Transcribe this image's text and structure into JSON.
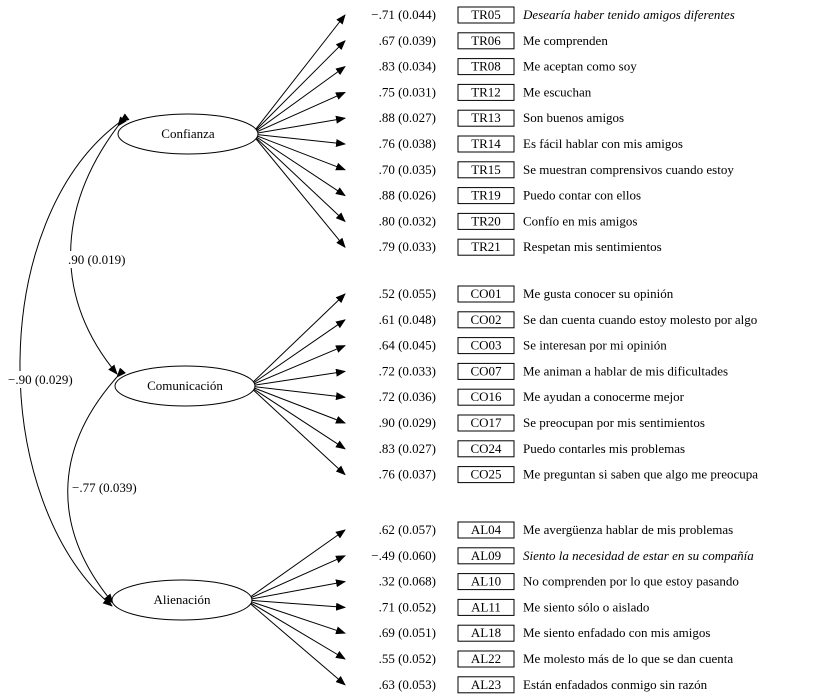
{
  "factors": [
    {
      "label": "Confianza",
      "items": [
        {
          "coef": "−.71 (0.044)",
          "code": "TR05",
          "text": "Desearía haber tenido amigos diferentes",
          "italic": true
        },
        {
          "coef": ".67 (0.039)",
          "code": "TR06",
          "text": "Me comprenden",
          "italic": false
        },
        {
          "coef": ".83 (0.034)",
          "code": "TR08",
          "text": "Me aceptan como soy",
          "italic": false
        },
        {
          "coef": ".75 (0.031)",
          "code": "TR12",
          "text": "Me escuchan",
          "italic": false
        },
        {
          "coef": ".88 (0.027)",
          "code": "TR13",
          "text": "Son buenos amigos",
          "italic": false
        },
        {
          "coef": ".76 (0.038)",
          "code": "TR14",
          "text": "Es fácil hablar con mis amigos",
          "italic": false
        },
        {
          "coef": ".70 (0.035)",
          "code": "TR15",
          "text": "Se muestran comprensivos cuando estoy",
          "italic": false
        },
        {
          "coef": ".88 (0.026)",
          "code": "TR19",
          "text": "Puedo contar con ellos",
          "italic": false
        },
        {
          "coef": ".80 (0.032)",
          "code": "TR20",
          "text": "Confío en mis amigos",
          "italic": false
        },
        {
          "coef": ".79 (0.033)",
          "code": "TR21",
          "text": "Respetan mis sentimientos",
          "italic": false
        }
      ]
    },
    {
      "label": "Comunicación",
      "items": [
        {
          "coef": ".52 (0.055)",
          "code": "CO01",
          "text": "Me gusta conocer su opinión",
          "italic": false
        },
        {
          "coef": ".61 (0.048)",
          "code": "CO02",
          "text": "Se dan cuenta cuando estoy molesto por algo",
          "italic": false
        },
        {
          "coef": ".64 (0.045)",
          "code": "CO03",
          "text": "Se interesan por mi opinión",
          "italic": false
        },
        {
          "coef": ".72 (0.033)",
          "code": "CO07",
          "text": "Me  animan a hablar de mis dificultades",
          "italic": false
        },
        {
          "coef": ".72 (0.036)",
          "code": "CO16",
          "text": "Me ayudan a conocerme  mejor",
          "italic": false
        },
        {
          "coef": ".90 (0.029)",
          "code": "CO17",
          "text": "Se preocupan por mis sentimientos",
          "italic": false
        },
        {
          "coef": ".83 (0.027)",
          "code": "CO24",
          "text": "Puedo contarles mis problemas",
          "italic": false
        },
        {
          "coef": ".76 (0.037)",
          "code": "CO25",
          "text": "Me preguntan si saben que algo me preocupa",
          "italic": false
        }
      ]
    },
    {
      "label": "Alienación",
      "items": [
        {
          "coef": ".62 (0.057)",
          "code": "AL04",
          "text": "Me avergüenza hablar de mis problemas",
          "italic": false
        },
        {
          "coef": "−.49 (0.060)",
          "code": "AL09",
          "text": "Siento la necesidad de estar en su compañía",
          "italic": true
        },
        {
          "coef": ".32 (0.068)",
          "code": "AL10",
          "text": "No comprenden por lo que estoy pasando",
          "italic": false
        },
        {
          "coef": ".71 (0.052)",
          "code": "AL11",
          "text": "Me siento sólo o aislado",
          "italic": false
        },
        {
          "coef": ".69 (0.051)",
          "code": "AL18",
          "text": "Me siento enfadado con mis amigos",
          "italic": false
        },
        {
          "coef": ".55 (0.052)",
          "code": "AL22",
          "text": "Me molesto más de lo que se dan cuenta",
          "italic": false
        },
        {
          "coef": ".63 (0.053)",
          "code": "AL23",
          "text": "Están enfadados conmigo sin razón",
          "italic": false
        }
      ]
    }
  ],
  "correlations": [
    {
      "from": 0,
      "to": 1,
      "label": ".90 (0.019)"
    },
    {
      "from": 1,
      "to": 2,
      "label": "−.77 (0.039)"
    },
    {
      "from": 0,
      "to": 2,
      "label": "−.90 (0.029)"
    }
  ]
}
